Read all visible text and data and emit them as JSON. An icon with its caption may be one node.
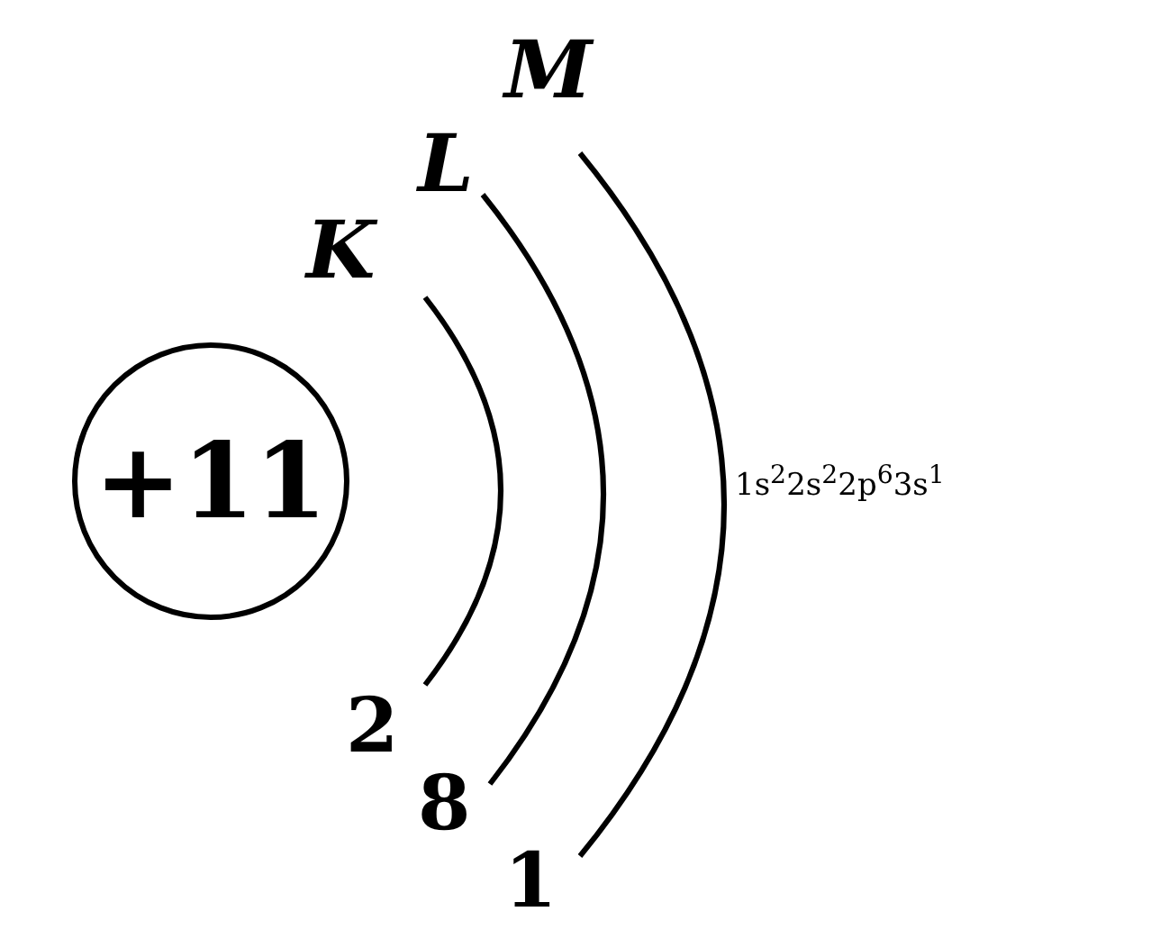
{
  "diagram": {
    "nodes": [
      {
        "text": [
          "+11"
        ]
      },
      {
        "text": [
          "K",
          "2"
        ]
      },
      {
        "text": [
          "L",
          "8"
        ]
      },
      {
        "text": [
          "M",
          "1"
        ]
      }
    ],
    "labels": [
      "1s$^{2}$2s$^{2}$2p$^{6}$3s$^{1}$"
    ]
  }
}
